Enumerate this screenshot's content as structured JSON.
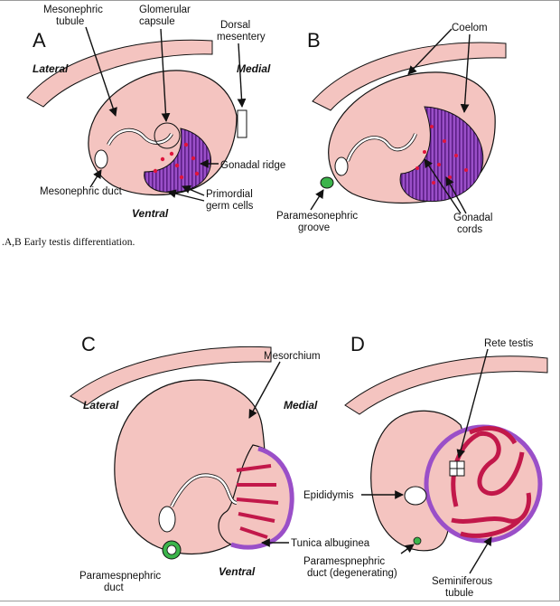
{
  "caption": ".A,B  Early testis differentiation.",
  "panels": {
    "A": {
      "letter": "A",
      "labels": {
        "mesonephric_tubule_1": "Mesonephric",
        "mesonephric_tubule_2": "tubule",
        "glomerular_capsule_1": "Glomerular",
        "glomerular_capsule_2": "capsule",
        "dorsal_mesentery_1": "Dorsal",
        "dorsal_mesentery_2": "mesentery",
        "lateral": "Lateral",
        "medial": "Medial",
        "gonadal_ridge": "Gonadal ridge",
        "mesonephric_duct": "Mesonephric duct",
        "primordial_germ_cells_1": "Primordial",
        "primordial_germ_cells_2": "germ cells",
        "ventral": "Ventral"
      }
    },
    "B": {
      "letter": "B",
      "labels": {
        "coelom": "Coelom",
        "paramesonephric_groove_1": "Paramesonephric",
        "paramesonephric_groove_2": "groove",
        "gonadal_cords_1": "Gonadal",
        "gonadal_cords_2": "cords"
      }
    },
    "C": {
      "letter": "C",
      "labels": {
        "mesorchium": "Mesorchium",
        "lateral": "Lateral",
        "medial": "Medial",
        "tunica_albuginea": "Tunica albuginea",
        "paramesonephric_duct_1": "Paramespnephric",
        "paramesonephric_duct_2": "duct",
        "ventral": "Ventral"
      }
    },
    "D": {
      "letter": "D",
      "labels": {
        "rete_testis": "Rete testis",
        "epididymis": "Epididymis",
        "paramesonephric_duct_1": "Paramespnephric",
        "paramesonephric_duct_2": "duct (degenerating)",
        "seminiferous_tubule_1": "Seminiferous",
        "seminiferous_tubule_2": "tubule"
      }
    }
  },
  "colors": {
    "tissue": "#f4c4c0",
    "gonad": "#9a4fc8",
    "cells": "#e0143c",
    "duct_green": "#3cb44b",
    "outline": "#111111"
  }
}
